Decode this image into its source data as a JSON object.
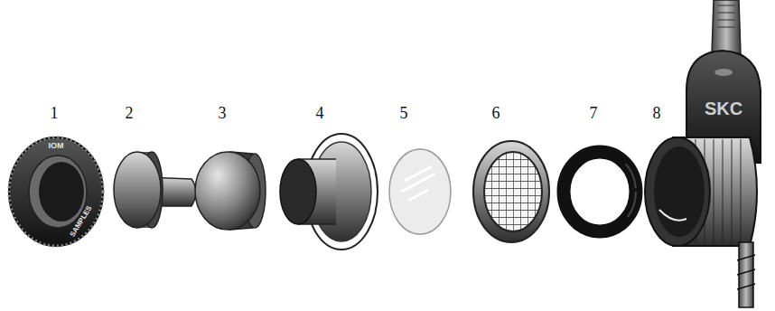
{
  "diagram": {
    "labels": [
      "1",
      "2",
      "3",
      "4",
      "5",
      "6",
      "7",
      "8",
      "IOM",
      "SAMPLES",
      "SKC"
    ]
  }
}
